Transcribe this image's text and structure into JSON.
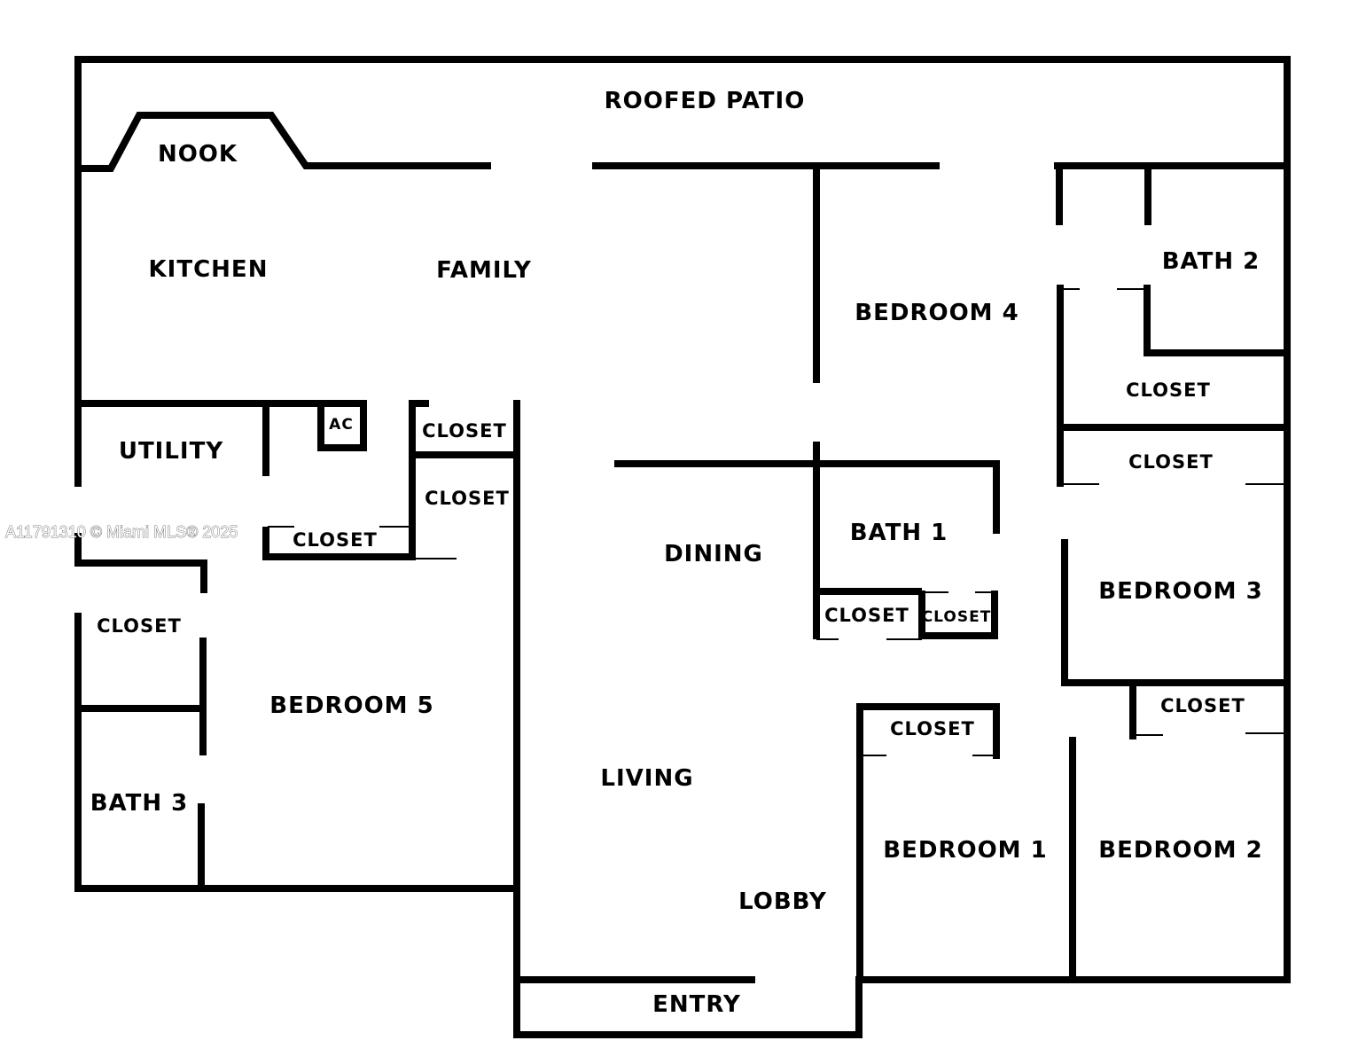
{
  "watermark": "A11791310 © Miami MLS® 2025",
  "rooms": {
    "roofed_patio": "ROOFED PATIO",
    "nook": "NOOK",
    "kitchen": "KITCHEN",
    "family": "FAMILY",
    "bedroom4": "BEDROOM 4",
    "bath2": "BATH 2",
    "closet_bath2": "CLOSET",
    "closet_bed3_top": "CLOSET",
    "utility": "UTILITY",
    "ac": "AC",
    "closet_a": "CLOSET",
    "closet_b": "CLOSET",
    "closet_c": "CLOSET",
    "dining": "DINING",
    "bath1": "BATH 1",
    "closet_bath1_a": "CLOSET",
    "closet_bath1_b": "CLOSET",
    "bedroom3": "BEDROOM 3",
    "closet_bed2": "CLOSET",
    "closet_bed1": "CLOSET",
    "closet_bed5": "CLOSET",
    "bedroom5": "BEDROOM 5",
    "bath3": "BATH 3",
    "living": "LIVING",
    "bedroom1": "BEDROOM 1",
    "bedroom2": "BEDROOM 2",
    "lobby": "LOBBY",
    "entry": "ENTRY"
  }
}
